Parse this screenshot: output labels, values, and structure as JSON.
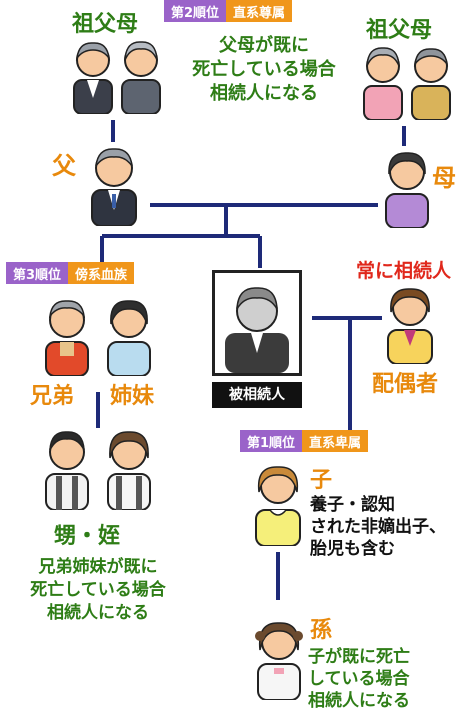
{
  "grandparents_left": {
    "title": "祖父母"
  },
  "grandparents_right": {
    "title": "祖父母"
  },
  "rank2": {
    "rank": "第2順位",
    "category": "直系尊属",
    "note": "父母が既に\n死亡している場合\n相続人になる"
  },
  "father": {
    "label": "父"
  },
  "mother": {
    "label": "母"
  },
  "rank3": {
    "rank": "第3順位",
    "category": "傍系血族",
    "note": "兄弟姉妹が既に\n死亡している場合\n相続人になる"
  },
  "siblings": {
    "brother": "兄弟",
    "sister": "姉妹",
    "nephew_niece": "甥・姪"
  },
  "deceased": {
    "label": "被相続人"
  },
  "spouse": {
    "always": "常に相続人",
    "label": "配偶者"
  },
  "rank1": {
    "rank": "第1順位",
    "category": "直系卑属"
  },
  "child": {
    "label": "子",
    "note": "養子・認知\nされた非嫡出子、\n胎児も含む"
  },
  "grandchild": {
    "label": "孫",
    "note": "子が既に死亡\nしている場合\n相続人になる"
  },
  "colors": {
    "line": "#1e2a78",
    "green": "#2e7d16",
    "orange": "#e8890c",
    "red": "#e0281c",
    "purple": "#9a63c9",
    "badge_orange": "#f0961a"
  }
}
